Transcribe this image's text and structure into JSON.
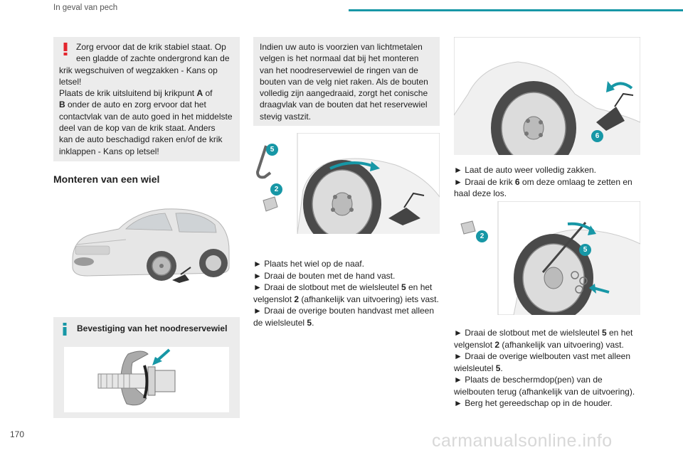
{
  "header": {
    "title": "In geval van pech",
    "accent_color": "#1797a6"
  },
  "page_number": "170",
  "watermark": "carmanualsonline.info",
  "warning_box": {
    "icon": "exclamation-icon",
    "line1": "Zorg ervoor dat de krik stabiel staat. Op",
    "line2": "een gladde of zachte ondergrond kan de",
    "line3": "krik wegschuiven of wegzakken - Kans op",
    "line4": "letsel!",
    "line5a": "Plaats de krik uitsluitend bij krikpunt ",
    "point_a": "A",
    "line5b": " of",
    "point_b": "B",
    "line6b": " onder de auto en zorg ervoor dat het",
    "line7": "contactvlak van de auto goed in het middelste",
    "line8": "deel van de kop van de krik staat. Anders",
    "line9": "kan de auto beschadigd raken en/of de krik",
    "line10": "inklappen - Kans op letsel!"
  },
  "section_heading": "Monteren van een wiel",
  "info_box": {
    "icon": "info-icon",
    "title": "Bevestiging van het noodreservewiel"
  },
  "note_box": {
    "lines": [
      "Indien uw auto is voorzien van lichtmetalen",
      "velgen is het normaal dat bij het monteren",
      "van het noodreservewiel de ringen van de",
      "bouten van de velg niet raken. Als de bouten",
      "volledig zijn aangedraaid, zorgt het conische",
      "draagvlak van de bouten dat het reservewiel",
      "stevig vastzit."
    ]
  },
  "middle_image_badges": {
    "wrench": "5",
    "lock": "2"
  },
  "middle_steps": {
    "s1": "► Plaats het wiel op de naaf.",
    "s2": "► Draai de bouten met de hand vast.",
    "s3a": "► Draai de slotbout met de wielsleutel ",
    "s3_num1": "5",
    "s3b": " en het",
    "s4a": "velgenslot ",
    "s4_num": "2",
    "s4b": " (afhankelijk van uitvoering) iets vast.",
    "s5": "► Draai de overige bouten handvast met alleen",
    "s6a": "de wielsleutel ",
    "s6_num": "5",
    "s6b": "."
  },
  "right_top_badge": "6",
  "right_steps_top": {
    "s1": "► Laat de auto weer volledig zakken.",
    "s2a": "► Draai de krik ",
    "s2_num": "6",
    "s2b": " om deze omlaag te zetten en",
    "s3": "haal deze los."
  },
  "right_image_badges": {
    "lock": "2",
    "wrench": "5"
  },
  "right_steps_bottom": {
    "s1a": "► Draai de slotbout met de wielsleutel ",
    "s1_num": "5",
    "s1b": " en het",
    "s2a": "velgenslot ",
    "s2_num": "2",
    "s2b": " (afhankelijk van uitvoering) vast.",
    "s3": "► Draai de overige wielbouten vast met alleen",
    "s4a": "wielsleutel ",
    "s4_num": "5",
    "s4b": ".",
    "s5": "► Plaats de beschermdop(pen) van de",
    "s6": "wielbouten terug (afhankelijk van de uitvoering).",
    "s7": "► Berg het gereedschap op in de houder."
  }
}
